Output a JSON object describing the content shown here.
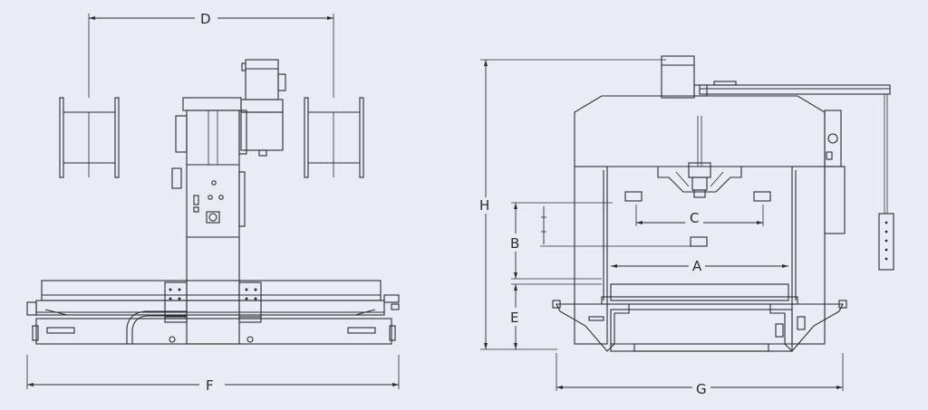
{
  "colors": {
    "background": "#e9edf3",
    "line": "#2a2c30"
  },
  "dimensions": {
    "D": "D",
    "F": "F",
    "H": "H",
    "B": "B",
    "E": "E",
    "C": "C",
    "A": "A",
    "G": "G"
  }
}
